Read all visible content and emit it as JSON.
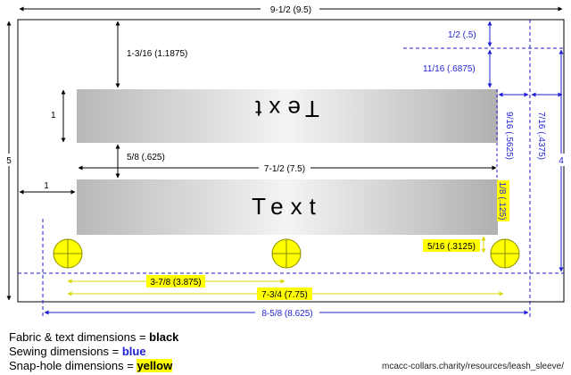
{
  "diagram": {
    "strip_label": "Text",
    "colors": {
      "fabric": "#000000",
      "sewing": "#1f1fd6",
      "snap": "#e6e600",
      "snap_line": "#8a8a00"
    },
    "fabric_dims": {
      "overall_width": "9-1/2 (9.5)",
      "overall_height": "5",
      "top_margin": "1-3/16 (1.1875)",
      "strip_height": "1",
      "strip_gap": "5/8 (.625)",
      "strip_width": "7-1/2 (7.5)",
      "left_margin": "1"
    },
    "sewing_dims": {
      "top_seam": "1/2 (.5)",
      "strip_top_offset": "11/16 (.6875)",
      "strip_right_gap": "9/16 (.5625)",
      "right_seam": "7/16 (.4375)",
      "strip_bottom_offset": "1/8 (.125)",
      "sewn_width": "8-5/8 (8.625)",
      "sewn_height": "4"
    },
    "snap_dims": {
      "snap_to_edge": "5/16 (.3125)",
      "snap_spacing_half": "3-7/8 (3.875)",
      "snap_spacing_full": "7-3/4 (7.75)"
    }
  },
  "legend": {
    "fabric_text": "Fabric & text dimensions = ",
    "fabric_word": "black",
    "sewing_text": "Sewing dimensions = ",
    "sewing_word": "blue",
    "snap_text": "Snap-hole dimensions = ",
    "snap_word": "yellow"
  },
  "credit": "mcacc-collars.charity/resources/leash_sleeve/"
}
